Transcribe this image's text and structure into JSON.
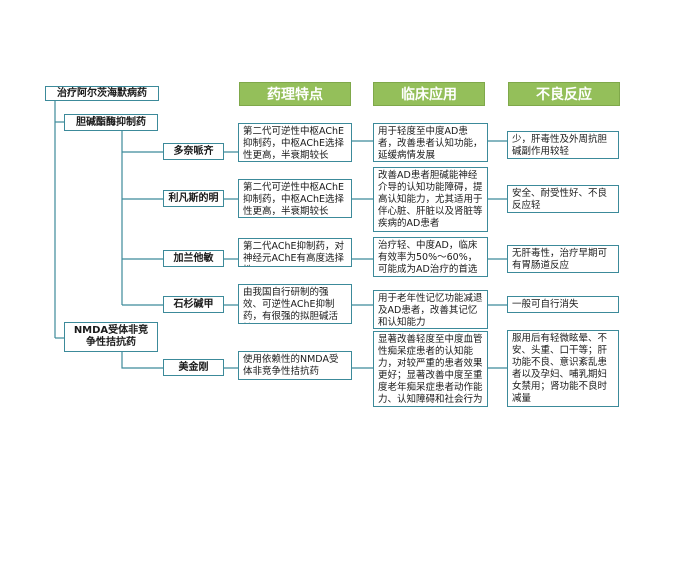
{
  "root": "治疗阿尔茨海默病药",
  "headers": {
    "pharmacology": "药理特点",
    "clinical": "临床应用",
    "adverse": "不良反应"
  },
  "categories": [
    {
      "name": "胆碱酯酶抑制药"
    },
    {
      "name": "NMDA受体非竞争性拮抗药"
    }
  ],
  "drugs": [
    {
      "name": "多奈哌齐",
      "pharmacology": "第二代可逆性中枢AChE抑制药，中枢AChE选择性更高，半衰期较长",
      "clinical": "用于轻度至中度AD患者，改善患者认知功能，延缓病情发展",
      "adverse": "少，肝毒性及外周抗胆碱副作用较轻"
    },
    {
      "name": "利凡斯的明",
      "pharmacology": "第二代可逆性中枢AChE抑制药，中枢AChE选择性更高，半衰期较长",
      "clinical": "改善AD患者胆碱能神经介导的认知功能障碍，提高认知能力，尤其适用于伴心脏、肝脏以及肾脏等疾病的AD患者",
      "adverse": "安全、耐受性好、不良反应轻"
    },
    {
      "name": "加兰他敏",
      "pharmacology": "第二代AChE抑制药，对神经元AChE有高度选择性",
      "clinical": "治疗轻、中度AD，临床有效率为50%～60%，可能成为AD治疗的首选药",
      "adverse": "无肝毒性，治疗早期可有胃肠道反应"
    },
    {
      "name": "石杉碱甲",
      "pharmacology": "由我国自行研制的强效、可逆性AChE抑制药，有很强的拟胆碱活性",
      "clinical": "用于老年性记忆功能减退及AD患者，改善其记忆和认知能力",
      "adverse": "一般可自行消失"
    },
    {
      "name": "美金刚",
      "pharmacology": "使用依赖性的NMDA受体非竞争性拮抗药",
      "clinical": "显著改善轻度至中度血管性痴呆症患者的认知能力，对较严重的患者效果更好；显著改善中度至重度老年痴呆症患者动作能力、认知障碍和社会行为",
      "adverse": "服用后有轻微眩晕、不安、头重、口干等；肝功能不良、意识紊乱患者以及孕妇、哺乳期妇女禁用；肾功能不良时减量"
    }
  ]
}
